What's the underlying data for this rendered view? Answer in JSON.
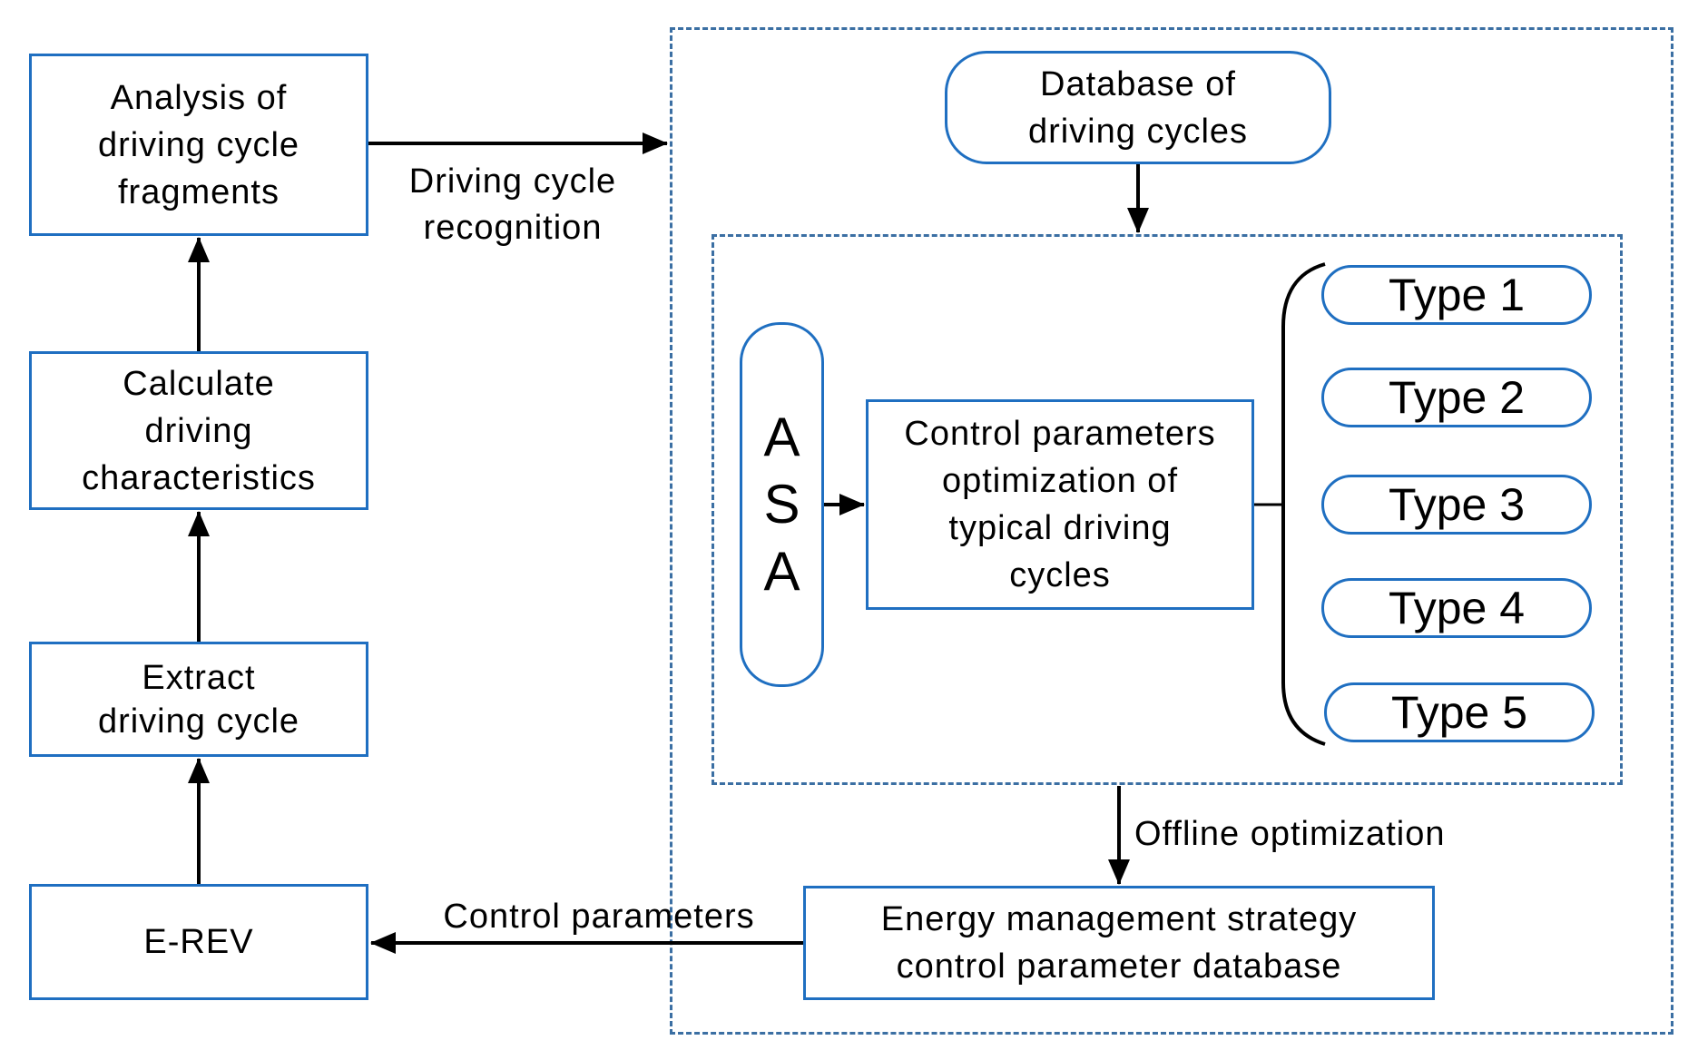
{
  "left_chain": {
    "analysis": "Analysis of\ndriving cycle\nfragments",
    "calculate": "Calculate\ndriving\ncharacteristics",
    "extract": "Extract\ndriving cycle",
    "erev": "E-REV"
  },
  "edge_labels": {
    "recognition": "Driving cycle\nrecognition",
    "control_parameters": "Control parameters",
    "offline": "Offline optimization"
  },
  "database": "Database of\ndriving cycles",
  "asa": "A\nS\nA",
  "optimization": "Control parameters\noptimization of\ntypical driving\ncycles",
  "types": [
    "Type 1",
    "Type 2",
    "Type 3",
    "Type 4",
    "Type 5"
  ],
  "energy_db": "Energy management strategy\ncontrol parameter database",
  "colors": {
    "box_border": "#1f6fc1",
    "dashed_border": "#3b6fa3",
    "arrow": "#000000"
  }
}
